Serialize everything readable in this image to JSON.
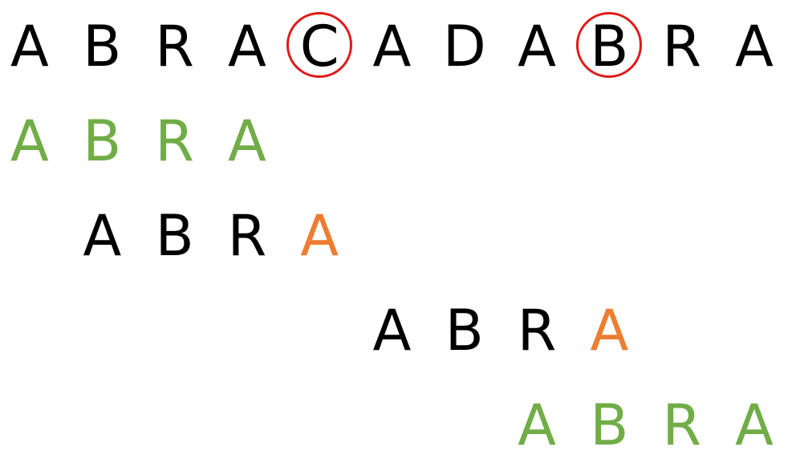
{
  "colors": {
    "text": "#000000",
    "match": "#70ad47",
    "mismatch": "#ed7d31",
    "highlight_circle": "#e01919"
  },
  "text_row": {
    "chars": [
      "A",
      "B",
      "R",
      "A",
      "C",
      "A",
      "D",
      "A",
      "B",
      "R",
      "A"
    ],
    "circled": [
      4,
      8
    ]
  },
  "pattern_rows": [
    {
      "offset": 0,
      "chars": [
        "A",
        "B",
        "R",
        "A"
      ],
      "states": [
        "match",
        "match",
        "match",
        "match"
      ]
    },
    {
      "offset": 1,
      "chars": [
        "A",
        "B",
        "R",
        "A"
      ],
      "states": [
        "text",
        "text",
        "text",
        "mismatch"
      ]
    },
    {
      "offset": 5,
      "chars": [
        "A",
        "B",
        "R",
        "A"
      ],
      "states": [
        "text",
        "text",
        "text",
        "mismatch"
      ]
    },
    {
      "offset": 7,
      "chars": [
        "A",
        "B",
        "R",
        "A"
      ],
      "states": [
        "match",
        "match",
        "match",
        "match"
      ]
    }
  ]
}
